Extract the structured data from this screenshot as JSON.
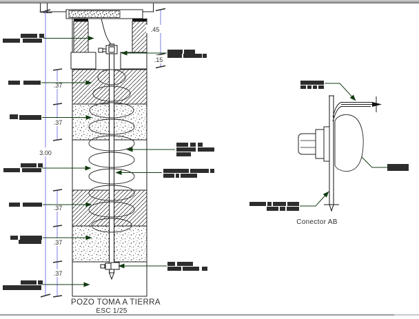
{
  "titles": {
    "main_title": "POZO TOMA A TIERRA",
    "main_scale": "ESC 1/25",
    "connector_caption": "Conector AB"
  },
  "dimensions": {
    "total_depth": "3.00",
    "top_height": ".45",
    "collar_height": ".15",
    "layer_dims": [
      ".37",
      ".37",
      ".37",
      ".37",
      ".37"
    ]
  },
  "colors": {
    "dimension_line": "#7b7be8",
    "leader_line": "#103a10",
    "drawing_line": "#1c1c1c",
    "redacted_label": "#2d2d2d",
    "chrome_bar": "#9a9a9a",
    "background": "#ffffff"
  },
  "redacted_labels": [
    {
      "name": "well-left-label-1",
      "redacted": true,
      "bars": [
        [
          30,
          49,
          24,
          6
        ],
        [
          57,
          49,
          7,
          6
        ],
        [
          4,
          56,
          25,
          6
        ],
        [
          33,
          56,
          28,
          6
        ]
      ]
    },
    {
      "name": "well-left-label-2",
      "redacted": true,
      "bars": [
        [
          12,
          117,
          17,
          6
        ],
        [
          34,
          117,
          25,
          6
        ]
      ]
    },
    {
      "name": "well-left-label-3",
      "redacted": true,
      "bars": [
        [
          14,
          166,
          12,
          7
        ],
        [
          28,
          167,
          32,
          7
        ]
      ]
    },
    {
      "name": "well-left-label-4",
      "redacted": true,
      "bars": [
        [
          30,
          237,
          23,
          6
        ],
        [
          55,
          237,
          7,
          6
        ],
        [
          5,
          244,
          24,
          6
        ],
        [
          32,
          244,
          28,
          6
        ]
      ]
    },
    {
      "name": "well-left-label-5",
      "redacted": true,
      "bars": [
        [
          13,
          294,
          16,
          6
        ],
        [
          33,
          294,
          28,
          6
        ]
      ]
    },
    {
      "name": "well-left-label-6",
      "redacted": true,
      "bars": [
        [
          15,
          342,
          11,
          6
        ],
        [
          29,
          342,
          32,
          6
        ],
        [
          27,
          348,
          33,
          6
        ]
      ]
    },
    {
      "name": "well-left-label-7",
      "redacted": true,
      "bars": [
        [
          30,
          407,
          23,
          6
        ],
        [
          55,
          407,
          7,
          6
        ],
        [
          4,
          414,
          56,
          7
        ]
      ]
    },
    {
      "name": "well-right-label-1",
      "redacted": true,
      "bars": [
        [
          243,
          72,
          22,
          6
        ],
        [
          267,
          72,
          16,
          6
        ],
        [
          243,
          78,
          21,
          6
        ],
        [
          266,
          78,
          27,
          6
        ],
        [
          294,
          78,
          6,
          6
        ]
      ]
    },
    {
      "name": "well-right-label-2",
      "redacted": true,
      "bars": [
        [
          256,
          207,
          17,
          6
        ],
        [
          276,
          207,
          8,
          6
        ],
        [
          287,
          207,
          7,
          6
        ],
        [
          256,
          214,
          28,
          6
        ],
        [
          287,
          214,
          24,
          6
        ],
        [
          256,
          221,
          21,
          6
        ]
      ]
    },
    {
      "name": "well-right-label-3",
      "redacted": true,
      "bars": [
        [
          237,
          245,
          37,
          6
        ],
        [
          276,
          245,
          27,
          6
        ],
        [
          305,
          245,
          6,
          6
        ],
        [
          237,
          252,
          16,
          6
        ],
        [
          255,
          252,
          5,
          6
        ],
        [
          262,
          252,
          24,
          6
        ]
      ]
    },
    {
      "name": "well-right-label-4",
      "redacted": true,
      "bars": [
        [
          243,
          380,
          11,
          6
        ],
        [
          257,
          380,
          23,
          6
        ],
        [
          243,
          387,
          20,
          6
        ],
        [
          265,
          387,
          24,
          6
        ],
        [
          293,
          387,
          8,
          6
        ]
      ]
    },
    {
      "name": "connector-label-cable",
      "redacted": true,
      "bars": [
        [
          436,
          117,
          34,
          6
        ],
        [
          436,
          124,
          8,
          5
        ],
        [
          446,
          124,
          6,
          5
        ],
        [
          454,
          124,
          6,
          5
        ],
        [
          462,
          124,
          8,
          5
        ]
      ]
    },
    {
      "name": "connector-label-body",
      "redacted": true,
      "bars": [
        [
          562,
          238,
          31,
          10
        ]
      ]
    },
    {
      "name": "connector-label-rod",
      "redacted": true,
      "bars": [
        [
          362,
          293,
          24,
          6
        ],
        [
          388,
          293,
          6,
          6
        ],
        [
          396,
          293,
          19,
          6
        ],
        [
          417,
          293,
          17,
          6
        ],
        [
          387,
          300,
          17,
          6
        ],
        [
          406,
          300,
          8,
          6
        ],
        [
          416,
          300,
          18,
          6
        ]
      ]
    }
  ]
}
